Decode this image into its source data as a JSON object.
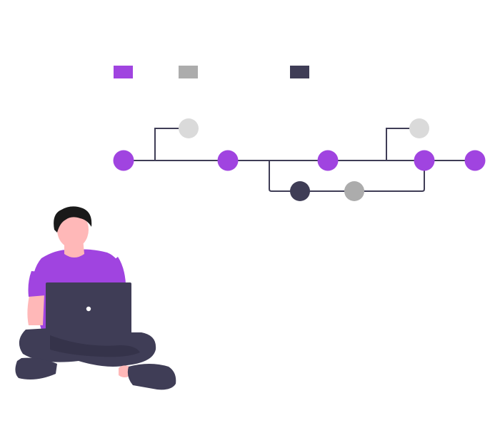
{
  "colors": {
    "accent": "#a044e0",
    "muted": "#acacac",
    "light": "#dadada",
    "dark": "#3f3d56",
    "line": "#3f3d56",
    "skin": "#ffb8b8",
    "hair": "#1a1a1a",
    "pants": "#3f3d56",
    "laptop": "#3f3d56",
    "shoe": "#46435e"
  },
  "legend": {
    "swatches": [
      {
        "name": "legend-swatch-purple",
        "color": "#a044e0"
      },
      {
        "name": "legend-swatch-gray",
        "color": "#acacac"
      },
      {
        "name": "legend-swatch-dark",
        "color": "#3f3d56"
      }
    ]
  },
  "graph": {
    "main_nodes": 5,
    "branch_nodes": 4
  },
  "illustration": {
    "subject": "person-with-laptop"
  }
}
